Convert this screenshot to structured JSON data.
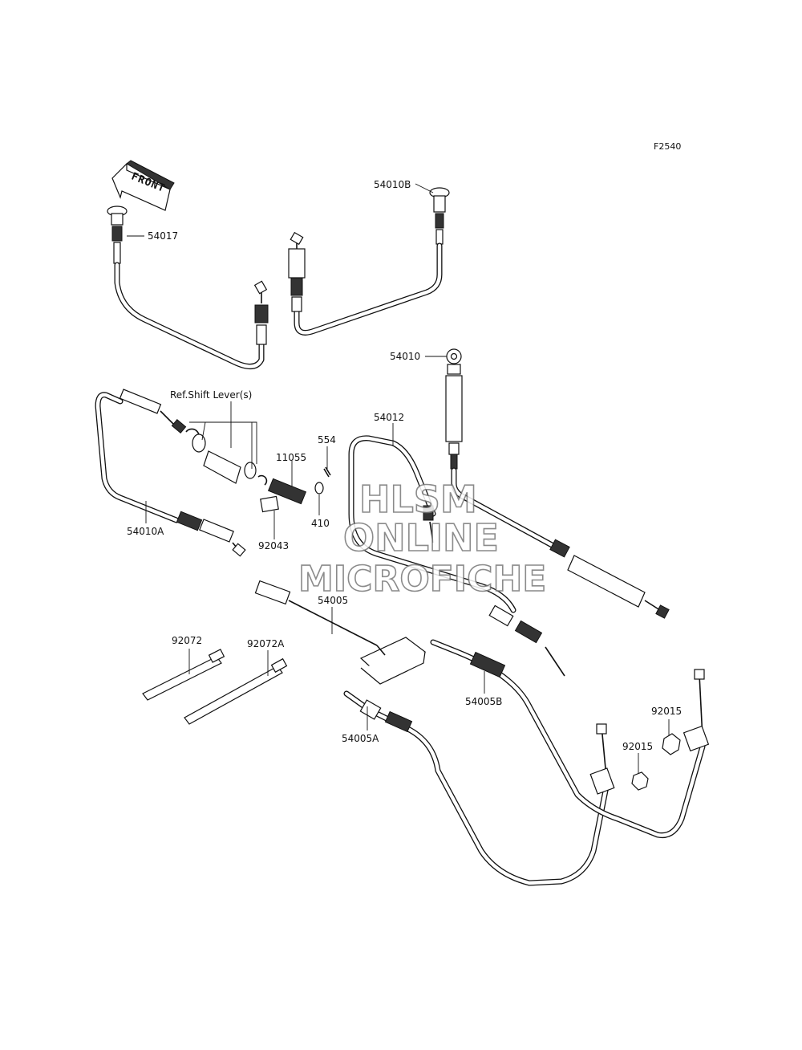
{
  "figure_code": "F2540",
  "front_label": "FRONT",
  "ref_label": "Ref.Shift Lever(s)",
  "parts": {
    "p54017": "54017",
    "p54010B": "54010B",
    "p54010": "54010",
    "p54012": "54012",
    "p554": "554",
    "p11055": "11055",
    "p410": "410",
    "p92043": "92043",
    "p54010A": "54010A",
    "p54005": "54005",
    "p54005B": "54005B",
    "p54005A": "54005A",
    "p92072": "92072",
    "p92072A": "92072A",
    "p92015_top": "92015",
    "p92015_bottom": "92015"
  },
  "watermark": {
    "line1": "HLSM",
    "line2": "ONLINE",
    "line3": "MICROFICHE"
  }
}
